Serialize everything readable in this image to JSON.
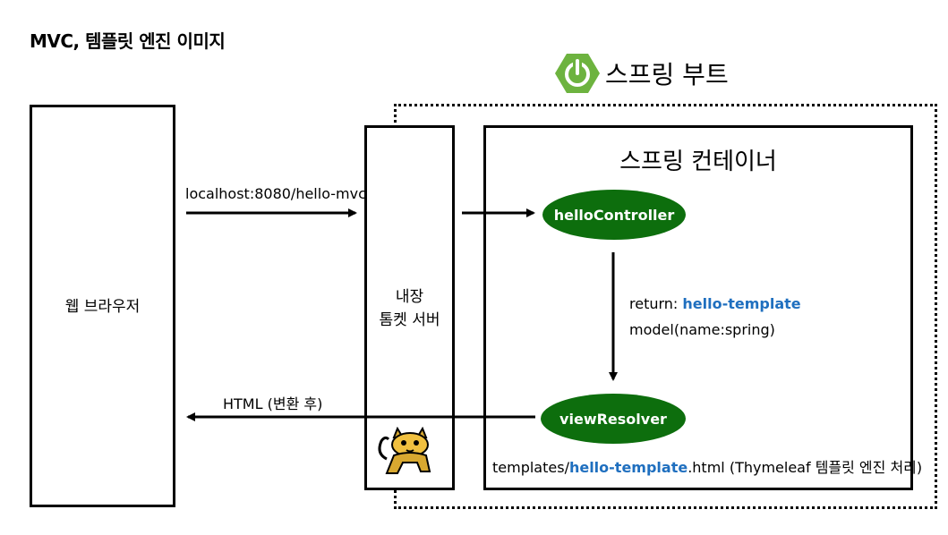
{
  "title": "MVC, 템플릿 엔진 이미지",
  "spring_boot": {
    "label": "스프링 부트",
    "logo_icon": "spring-power-icon",
    "logo_color": "#6db33f"
  },
  "browser": {
    "label": "웹 브라우저"
  },
  "tomcat": {
    "line1": "내장",
    "line2": "톰켓 서버",
    "icon": "tomcat-cat-icon"
  },
  "container": {
    "title": "스프링 컨테이너"
  },
  "hello_controller": {
    "label": "helloController"
  },
  "view_resolver": {
    "label": "viewResolver"
  },
  "request_label": "localhost:8080/hello-mvc",
  "return_label": {
    "prefix": "return: ",
    "value": "hello-template"
  },
  "model_label": "model(name:spring)",
  "response_label": "HTML (변환 후)",
  "template_path": {
    "prefix": "templates/",
    "name": "hello-template",
    "suffix": ".html (Thymeleaf 템플릿 엔진 처리)"
  },
  "colors": {
    "node_fill": "#0d6e0d",
    "highlight": "#1f6fbf"
  }
}
